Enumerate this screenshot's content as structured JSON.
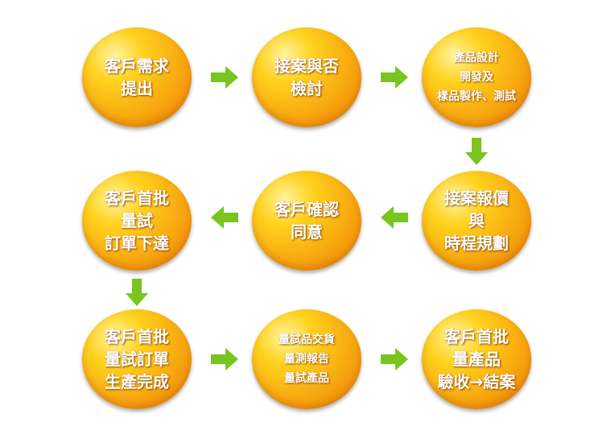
{
  "nodes": [
    {
      "label": "客戶需求\n提出"
    },
    {
      "label": "接案與否\n檢討"
    },
    {
      "label": "產品設計\n開發及\n樣品製作、測試"
    },
    {
      "label": "接案報價\n與\n時程規劃"
    },
    {
      "label": "客戶確認\n同意"
    },
    {
      "label": "客戶首批\n量試\n訂單下達"
    },
    {
      "label": "客戶首批\n量試訂單\n生產完成"
    },
    {
      "label": "量試品交貨\n量測報告\n量試產品"
    },
    {
      "label": "客戶首批\n量產品\n驗收→結案"
    }
  ],
  "colors": {
    "node_center": "#ffd21e",
    "node_edge": "#ee7d05",
    "arrow": "#78c51f",
    "text": "#ffffff"
  }
}
